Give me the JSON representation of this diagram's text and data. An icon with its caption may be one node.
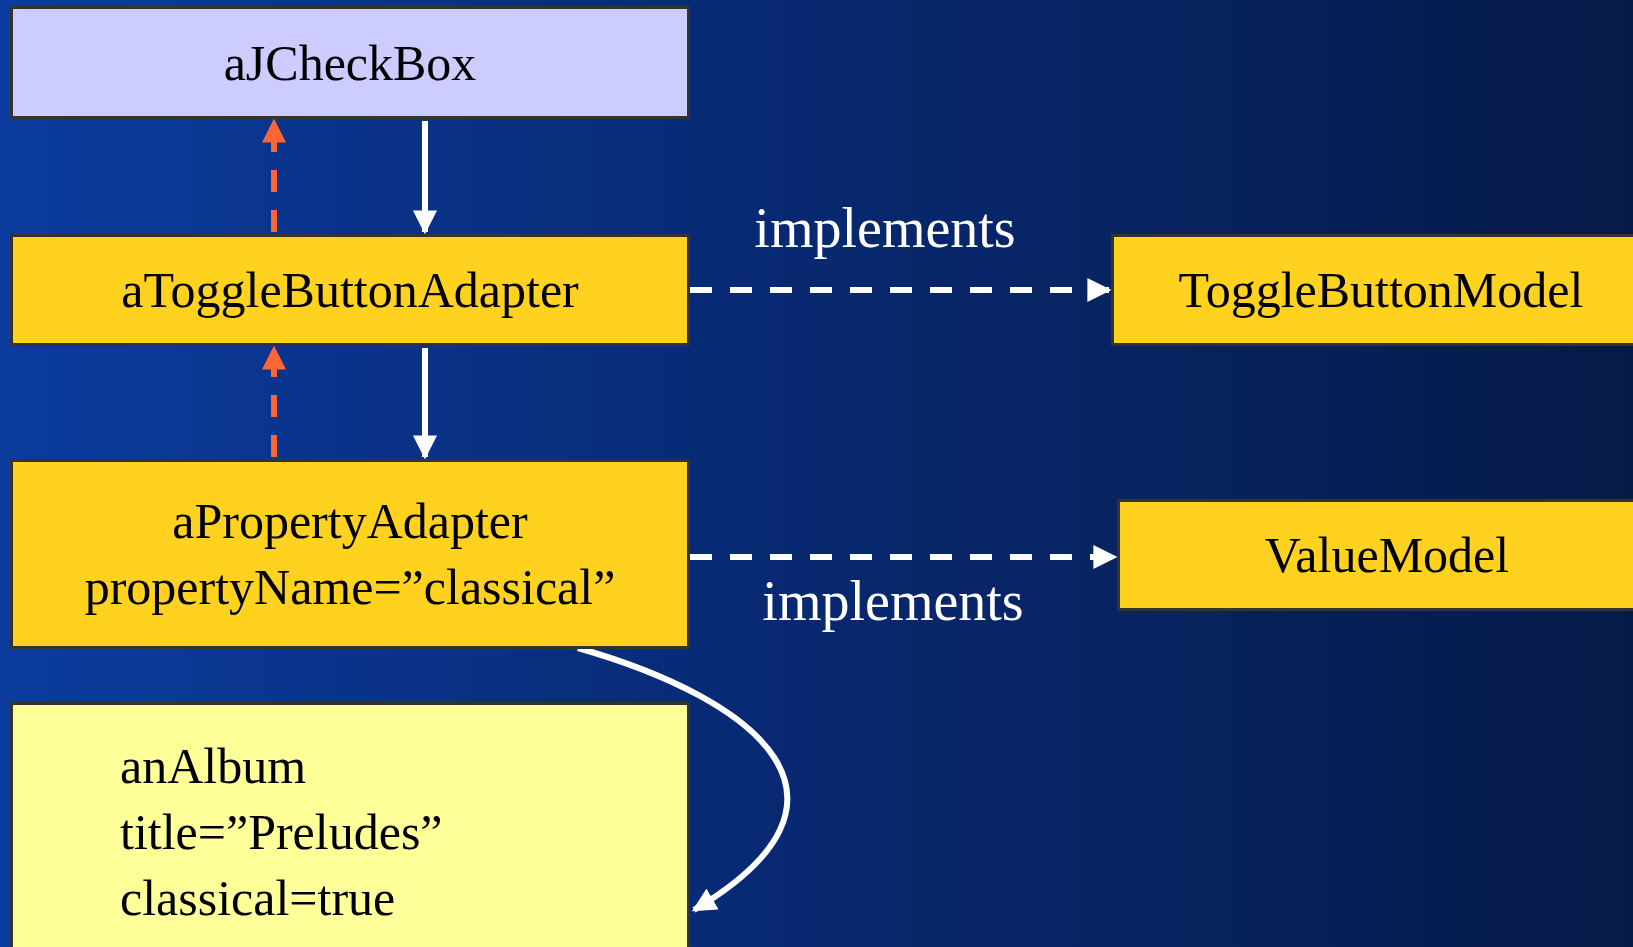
{
  "diagram": {
    "nodes": [
      {
        "text": [
          "aJCheckBox"
        ]
      },
      {
        "text": [
          "aToggleButtonAdapter"
        ]
      },
      {
        "text": [
          "aPropertyAdapter propertyName=”classical”"
        ]
      },
      {
        "text": [
          "ToggleButtonModel"
        ]
      },
      {
        "text": [
          "ValueModel"
        ]
      },
      {
        "text": [
          "anAlbum title=”Preludes” classical=true"
        ]
      }
    ],
    "edges": [
      {
        "from": 0,
        "to": 1,
        "arrow": "to"
      },
      {
        "from": 1,
        "to": 0,
        "arrow": "to",
        "style": "dashed",
        "color": "#ff6633"
      },
      {
        "from": 1,
        "to": 2,
        "arrow": "to"
      },
      {
        "from": 2,
        "to": 1,
        "arrow": "to",
        "style": "dashed",
        "color": "#ff6633"
      },
      {
        "from": 1,
        "to": 3,
        "arrow": "to",
        "style": "dashed",
        "label": "implements"
      },
      {
        "from": 2,
        "to": 4,
        "arrow": "to",
        "style": "dashed",
        "label": "implements"
      },
      {
        "from": 2,
        "to": 5,
        "arrow": "to"
      }
    ]
  }
}
